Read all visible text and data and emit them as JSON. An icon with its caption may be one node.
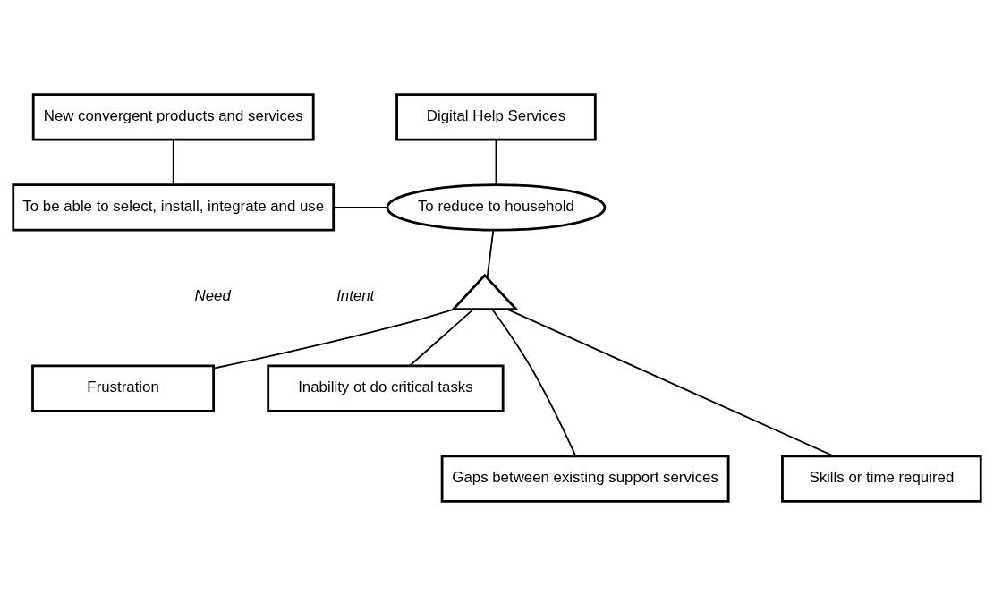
{
  "diagram": {
    "nodes": [
      {
        "text": [
          "New convergent products and services"
        ]
      },
      {
        "text": [
          "To be able to select, install, integrate and use"
        ]
      },
      {
        "text": [
          "Digital Help Services"
        ]
      },
      {
        "text": [
          "To reduce to household"
        ]
      },
      {
        "text": [],
        "shape": "triangle"
      },
      {
        "text": [
          "Frustration"
        ]
      },
      {
        "text": [
          "Inability ot do critical tasks"
        ]
      },
      {
        "text": [
          "Gaps between existing support services"
        ]
      },
      {
        "text": [
          "Skills or time required"
        ]
      }
    ],
    "edges": [
      {
        "from": 0,
        "to": 1,
        "arrow": "none"
      },
      {
        "from": 2,
        "to": 3,
        "arrow": "none"
      },
      {
        "from": 1,
        "to": 3,
        "arrow": "none"
      },
      {
        "from": 3,
        "to": 4,
        "arrow": "none"
      },
      {
        "from": 4,
        "to": 5,
        "arrow": "none"
      },
      {
        "from": 4,
        "to": 6,
        "arrow": "none"
      },
      {
        "from": 4,
        "to": 7,
        "arrow": "none"
      },
      {
        "from": 4,
        "to": 8,
        "arrow": "none"
      }
    ],
    "labels": [
      "Need",
      "Intent"
    ]
  }
}
